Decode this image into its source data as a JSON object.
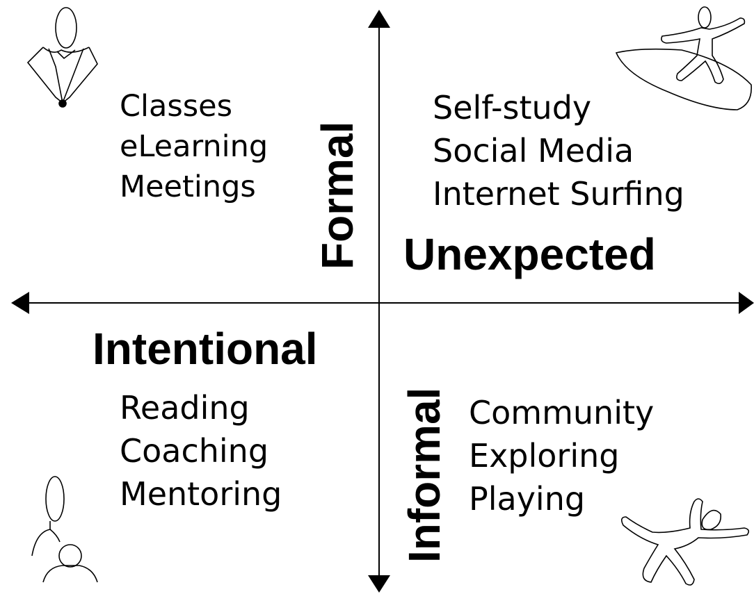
{
  "axes": {
    "vertical": {
      "top_label": "Formal",
      "bottom_label": "Informal"
    },
    "horizontal": {
      "left_label": "Intentional",
      "right_label": "Unexpected"
    }
  },
  "quadrants": {
    "top_left": {
      "items": [
        "Classes",
        "eLearning",
        "Meetings"
      ],
      "icon": "businessman-icon"
    },
    "top_right": {
      "items": [
        "Self-study",
        "Social Media",
        "Internet Surfing"
      ],
      "icon": "surfer-icon"
    },
    "bottom_left": {
      "items": [
        "Reading",
        "Coaching",
        "Mentoring"
      ],
      "icon": "mentor-icon"
    },
    "bottom_right": {
      "items": [
        "Community",
        "Exploring",
        "Playing"
      ],
      "icon": "playing-figure-icon"
    }
  },
  "colors": {
    "ink": "#000000",
    "background": "#ffffff"
  }
}
